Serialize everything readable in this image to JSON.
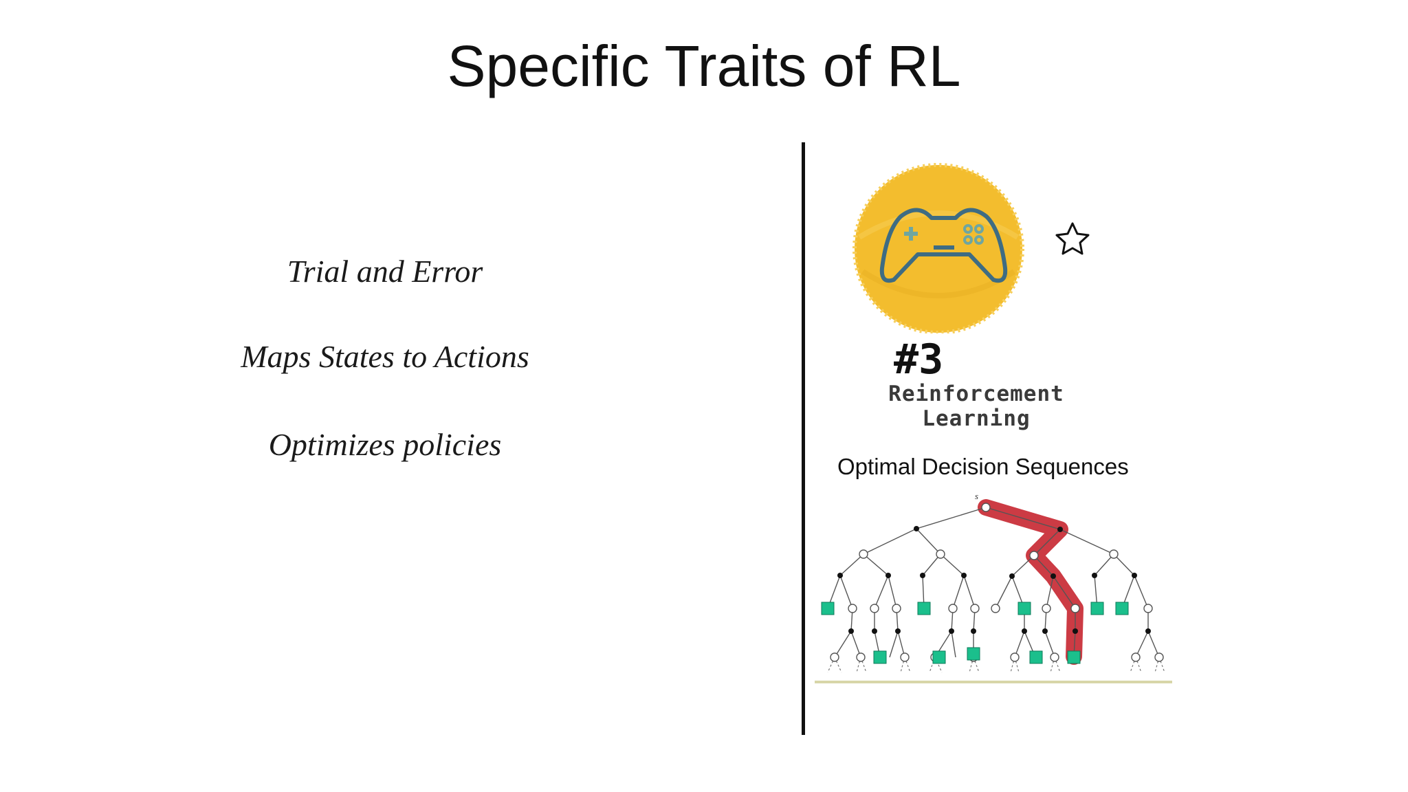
{
  "slide": {
    "title": "Specific Traits of RL"
  },
  "traits": [
    "Trial and Error",
    "Maps States to Actions",
    "Optimizes policies"
  ],
  "illustration": {
    "icon": "gamepad-icon",
    "badge_number": "#3",
    "badge_label_line1": "Reinforcement",
    "badge_label_line2": "Learning",
    "badge_color": "#f3bd2e",
    "icon_color": "#3e6c83"
  },
  "tree_figure": {
    "caption": "Optimal Decision Sequences",
    "root_label": "s",
    "path_color": "#cc3b44",
    "terminal_color": "#1bbf8c"
  }
}
